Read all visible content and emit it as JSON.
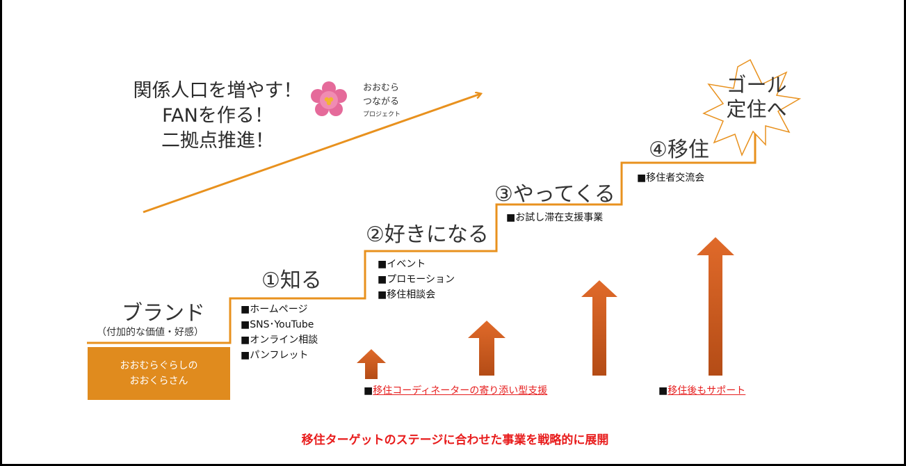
{
  "tagline": [
    "関係人口を増やす！",
    "FANを作る！",
    "二拠点推進！"
  ],
  "logo": {
    "line1": "おおむら",
    "line2": "つながる",
    "line3": "プロジェクト",
    "flower_color": "#e56a9a",
    "center_color": "#f2b52e"
  },
  "brand": {
    "title": "ブランド",
    "subtitle": "（付加的な価値・好感）",
    "box_lines": [
      "おおむらぐらしの",
      "おおくらさん"
    ]
  },
  "steps": [
    {
      "title": "①知る",
      "items": [
        "■ホームページ",
        "■SNS･YouTube",
        "■オンライン相談",
        "■パンフレット"
      ]
    },
    {
      "title": "②好きになる",
      "items": [
        "■イベント",
        "■プロモーション",
        "■移住相談会"
      ]
    },
    {
      "title": "③やってくる",
      "items": [
        "■お試し滞在支援事業"
      ]
    },
    {
      "title": "④移住",
      "items": [
        "■移住者交流会"
      ]
    }
  ],
  "goal": {
    "line1": "ゴール",
    "line2": "定住へ"
  },
  "support": [
    {
      "marker": "■",
      "text": "移住コーディネーターの寄り添い型支援"
    },
    {
      "marker": "■",
      "text": "移住後もサポート"
    }
  ],
  "banner": "移住ターゲットのステージに合わせた事業を戦略的に展開",
  "colors": {
    "stair": "#e8911e",
    "box": "#e08b1e",
    "up_arrows": "#c8561c",
    "accent_red": "#e61e1e"
  }
}
